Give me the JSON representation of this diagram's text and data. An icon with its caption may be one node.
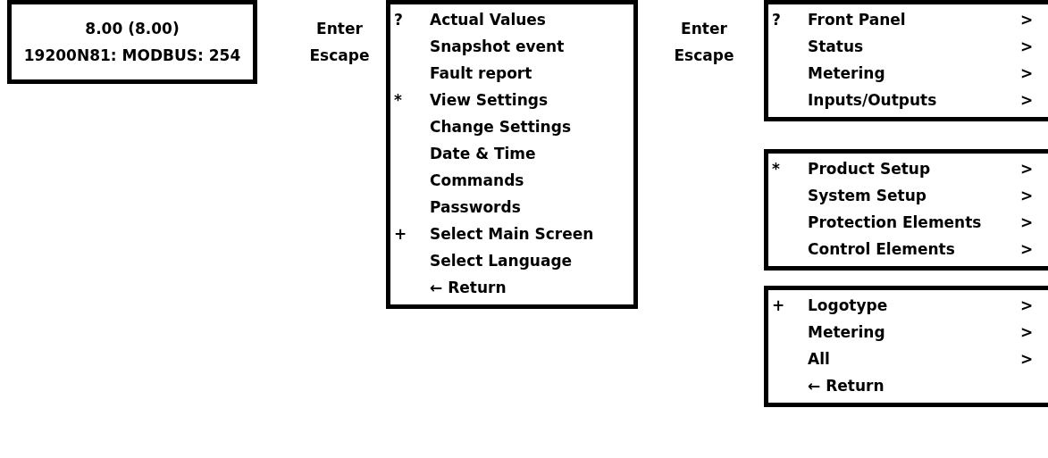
{
  "diagram": {
    "nodes": [
      {
        "text": [
          "8.00 (8.00)",
          "19200N81: MODBUS: 254"
        ]
      },
      {
        "text": [
          "?",
          "Actual Values",
          "Snapshot event",
          "Fault report",
          "*",
          "View Settings",
          "Change Settings",
          "Date & Time",
          "Commands",
          "Passwords",
          "+",
          "Select Main Screen",
          "Select Language",
          "← Return"
        ]
      },
      {
        "text": [
          "?",
          "Front Panel",
          ">",
          "Status",
          ">",
          "Metering",
          ">",
          "Inputs/Outputs",
          ">"
        ]
      },
      {
        "text": [
          "*",
          "Product Setup",
          ">",
          "System Setup",
          ">",
          "Protection Elements",
          ">",
          "Control Elements",
          ">"
        ]
      },
      {
        "text": [
          "+",
          "Logotype",
          ">",
          "Metering",
          ">",
          "All",
          ">",
          "← Return"
        ]
      }
    ],
    "labels": [
      "Enter",
      "Escape",
      "Enter",
      "Escape"
    ]
  }
}
